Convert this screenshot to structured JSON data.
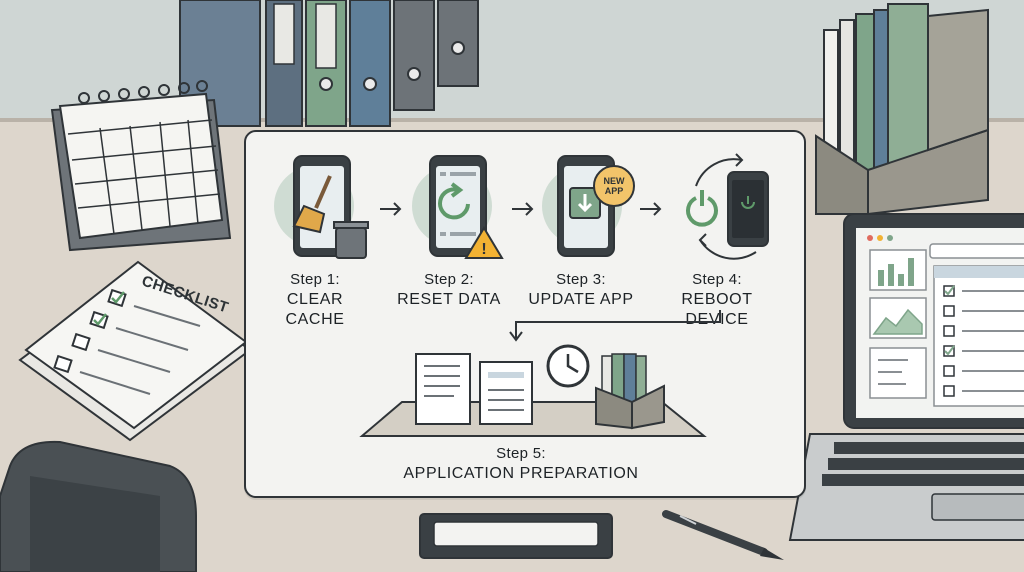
{
  "checklist": {
    "title": "CHECKLIST"
  },
  "steps": [
    {
      "number": "Step 1:",
      "title": "CLEAR CACHE",
      "icon": "phone-broom-icon"
    },
    {
      "number": "Step 2:",
      "title": "RESET DATA",
      "icon": "phone-reset-warning-icon"
    },
    {
      "number": "Step 3:",
      "title": "UPDATE APP",
      "icon": "phone-download-icon",
      "badge_line1": "NEW",
      "badge_line2": "APP"
    },
    {
      "number": "Step 4:",
      "title": "REBOOT DEVICE",
      "icon": "power-reboot-icon"
    },
    {
      "number": "Step 5:",
      "title": "APPLICATION PREPARATION",
      "icon": "documents-clock-folder-icon"
    }
  ],
  "colors": {
    "outline": "#2f3438",
    "accent_green": "#7fa58a",
    "accent_blue": "#5f7f99",
    "warning": "#f2b233",
    "panel": "#f3f3f1"
  }
}
